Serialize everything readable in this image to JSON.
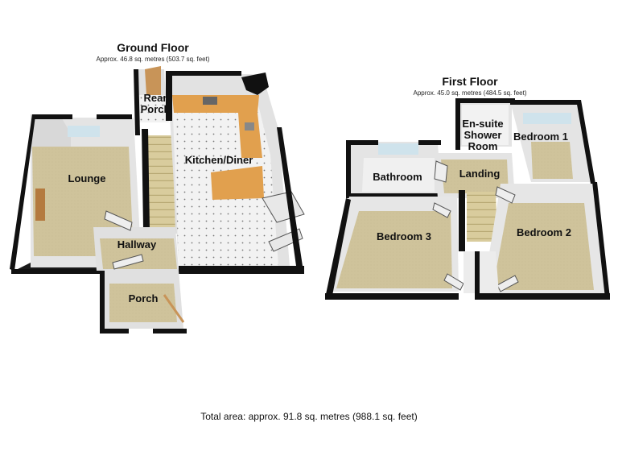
{
  "ground_floor": {
    "title": "Ground Floor",
    "area": "Approx. 46.8 sq. metres (503.7 sq. feet)",
    "rooms": {
      "lounge": "Lounge",
      "rear_porch_1": "Rear",
      "rear_porch_2": "Porch",
      "kitchen": "Kitchen/Diner",
      "hallway": "Hallway",
      "porch": "Porch"
    }
  },
  "first_floor": {
    "title": "First Floor",
    "area": "Approx. 45.0 sq. metres (484.5 sq. feet)",
    "rooms": {
      "ensuite_1": "En-suite",
      "ensuite_2": "Shower",
      "ensuite_3": "Room",
      "bedroom1": "Bedroom 1",
      "bathroom": "Bathroom",
      "landing": "Landing",
      "bedroom3": "Bedroom 3",
      "bedroom2": "Bedroom 2"
    }
  },
  "total_area": "Total area: approx. 91.8 sq. metres (988.1 sq. feet)",
  "colors": {
    "wall": "#111111",
    "wall_inner": "#e6e6e6",
    "carpet": "#cfc39b",
    "floor_tile": "#f1f1f1",
    "worktop": "#e1a04e",
    "stairs": "#d9cc9d",
    "door": "#c89458"
  }
}
